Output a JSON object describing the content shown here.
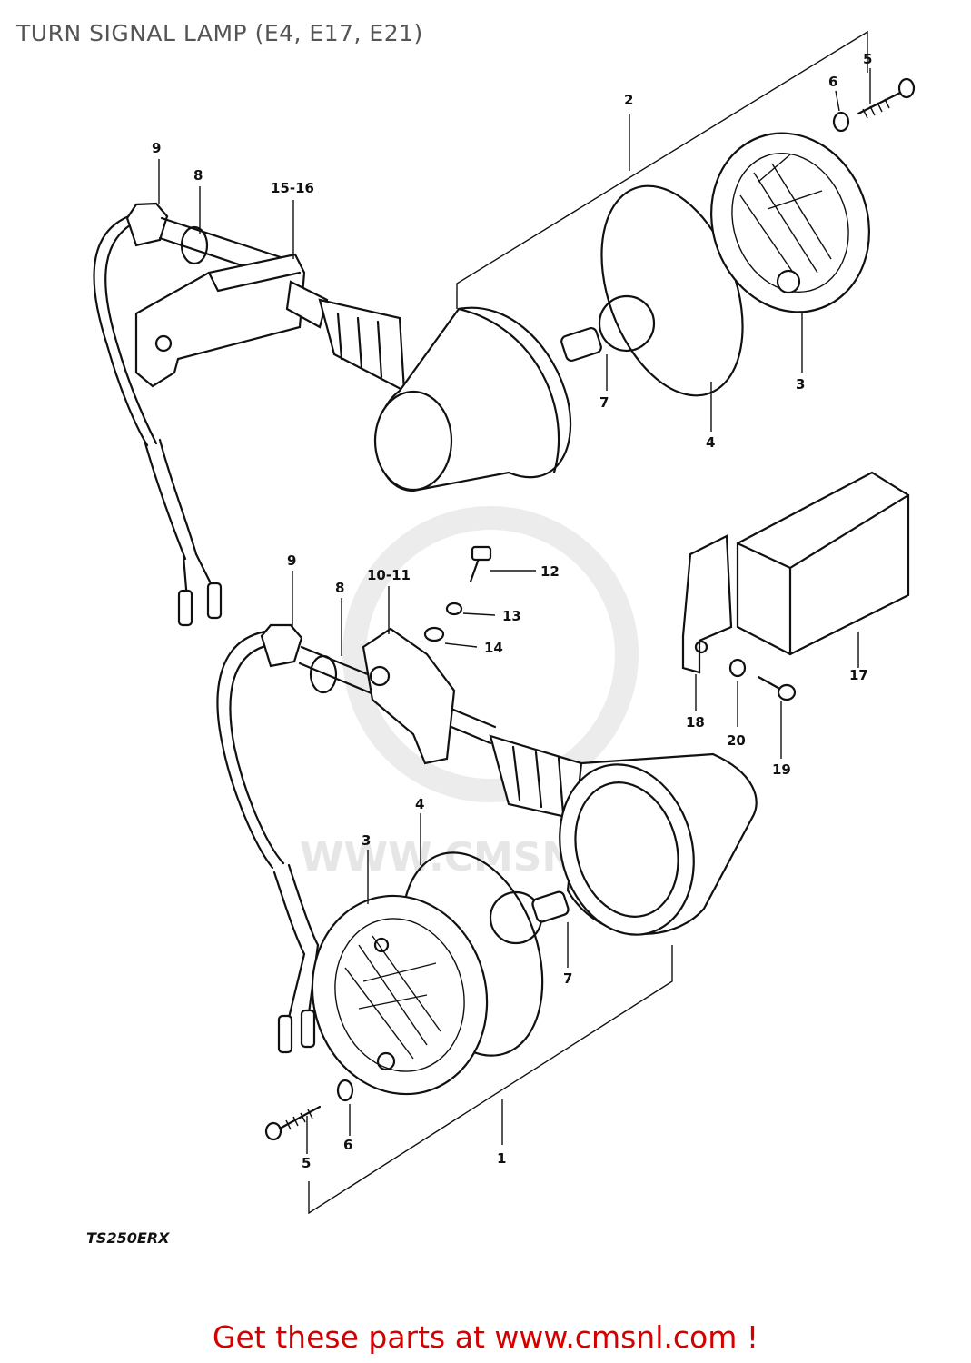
{
  "title": "TURN SIGNAL LAMP (E4, E17, E21)",
  "model_code": "TS250ERX",
  "watermark": "WWW.CMSNL.COM",
  "footer": "Get these parts at www.cmsnl.com !",
  "callouts": {
    "c1": "1",
    "c2": "2",
    "c3a": "3",
    "c3b": "3",
    "c4a": "4",
    "c4b": "4",
    "c5a": "5",
    "c5b": "5",
    "c6a": "6",
    "c6b": "6",
    "c7a": "7",
    "c7b": "7",
    "c8a": "8",
    "c8b": "8",
    "c9a": "9",
    "c9b": "9",
    "c1011": "10-11",
    "c12": "12",
    "c13": "13",
    "c14": "14",
    "c1516": "15-16",
    "c17": "17",
    "c18": "18",
    "c19": "19",
    "c20": "20"
  }
}
